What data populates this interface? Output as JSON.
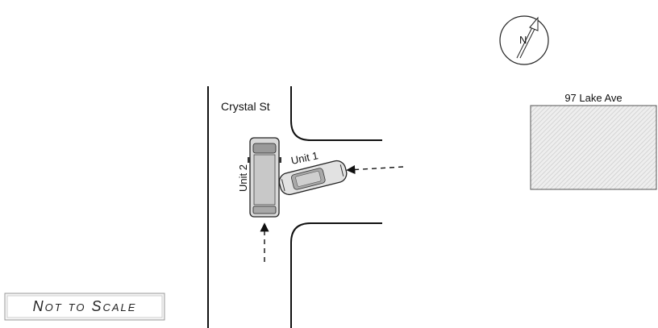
{
  "diagram": {
    "street_label": "Crystal St",
    "building_label": "97 Lake Ave",
    "unit1_label": "Unit 1",
    "unit2_label": "Unit 2",
    "compass_label": "N",
    "scale_note": "Not to Scale"
  }
}
